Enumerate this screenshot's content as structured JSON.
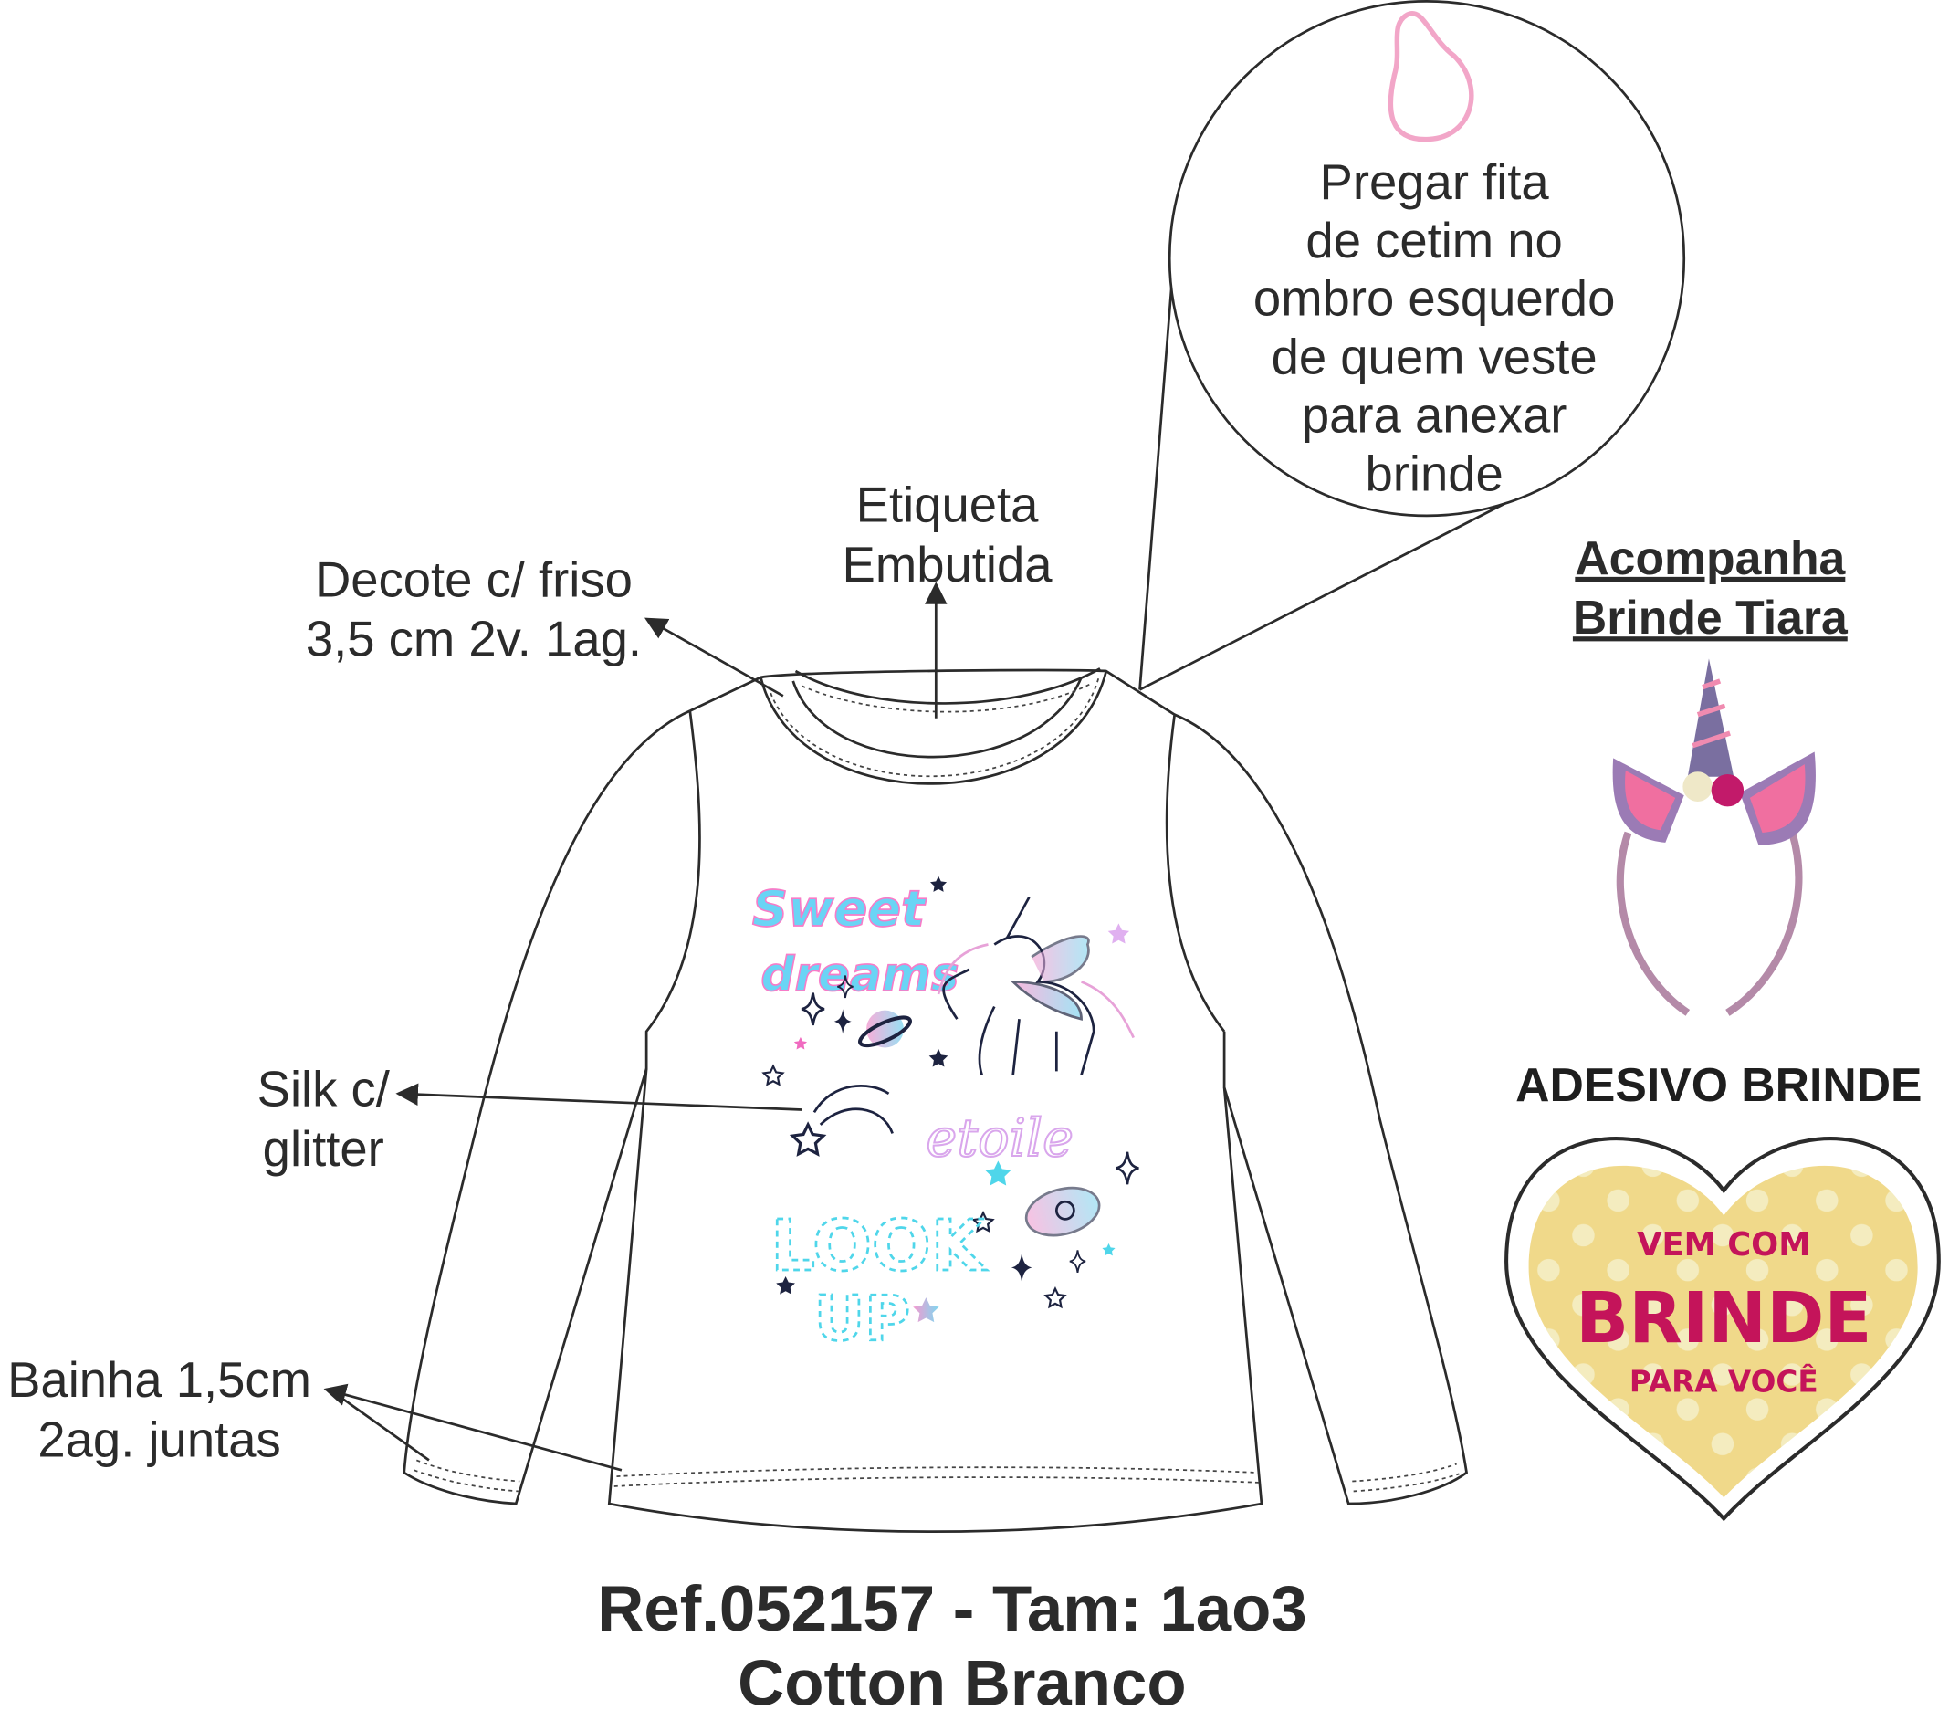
{
  "labels": {
    "decote": [
      "Decote c/ friso",
      "3,5 cm 2v. 1ag."
    ],
    "etiqueta": [
      "Etiqueta",
      "Embutida"
    ],
    "silk": [
      "Silk c/",
      "glitter"
    ],
    "bainha": [
      "Bainha 1,5cm",
      "2ag. juntas"
    ],
    "circle_note": [
      "Pregar fita",
      "de cetim no",
      "ombro esquerdo",
      "de quem veste",
      "para anexar",
      "brinde"
    ]
  },
  "accessory": {
    "heading": [
      "Acompanha",
      "Brinde Tiara"
    ]
  },
  "sticker": {
    "heading": "ADESIVO BRINDE",
    "line1": "VEM COM",
    "line2": "BRINDE",
    "line3": "PARA VOCÊ"
  },
  "print": {
    "sweet": "Sweet",
    "dreams": "dreams",
    "etoile": "etoile",
    "look": "LOOK",
    "up": "UP"
  },
  "footer": {
    "ref": "Ref.052157 - Tam: 1ao3",
    "fabric": "Cotton Branco"
  },
  "colors": {
    "outline": "#2b2b2b",
    "sticker_yellow": "#f0d98a",
    "sticker_text": "#c4145a",
    "ribbon_pink": "#f2a6c8"
  }
}
